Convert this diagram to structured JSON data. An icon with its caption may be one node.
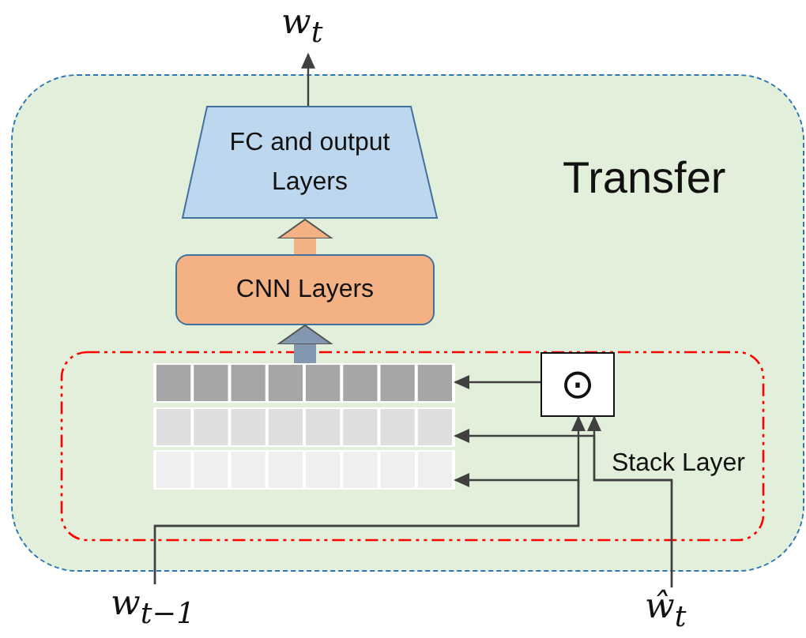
{
  "diagram": {
    "nodes": [
      {
        "text": [
          "Transfer"
        ]
      },
      {
        "text": [
          "FC and output Layers"
        ],
        "in": 0
      },
      {
        "text": [
          "CNN Layers"
        ],
        "in": 0
      },
      {
        "text": [
          "Stack Layer"
        ],
        "in": 0
      },
      {
        "text": [],
        "shape": "bar",
        "in": 3
      },
      {
        "text": [],
        "shape": "bar",
        "in": 3
      },
      {
        "text": [],
        "shape": "bar",
        "in": 3
      },
      {
        "text": [
          "⊙"
        ],
        "in": 3
      },
      {
        "text": [
          "w$_{t}$"
        ]
      },
      {
        "text": [
          "w$_{t−1}$"
        ]
      },
      {
        "text": [
          "ŵ$_{t}$"
        ]
      }
    ],
    "edges": [
      {
        "from": 1,
        "to": 8,
        "arrow": "to"
      },
      {
        "from": 2,
        "to": 1,
        "arrow": "to",
        "style": "thick",
        "color": "#f4b183"
      },
      {
        "from": 4,
        "to": 2,
        "arrow": "to",
        "style": "thick",
        "color": "#8497b0"
      },
      {
        "from": 7,
        "to": 4,
        "arrow": "to"
      },
      {
        "from": 9,
        "to": 7,
        "arrow": "to"
      },
      {
        "from": 9,
        "to": 6,
        "arrow": "to"
      },
      {
        "from": 10,
        "to": 7,
        "arrow": "to"
      },
      {
        "from": 10,
        "to": 5,
        "arrow": "to"
      }
    ]
  }
}
